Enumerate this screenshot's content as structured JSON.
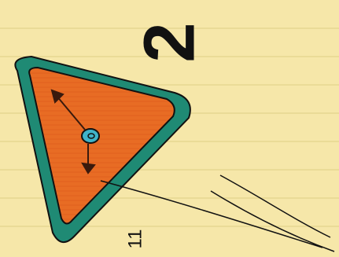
{
  "drawing": {
    "number_label": "2",
    "small_label": "11",
    "colors": {
      "paper": "#f6e7a9",
      "ruled_line": "#eadb97",
      "cell_border": "#1f8a74",
      "cytoplasm": "#e86c24",
      "nucleus": "#3fb3c9",
      "arrows": "#3a1a0d",
      "ink": "#111111"
    },
    "icons": [
      "cell-illustration",
      "nucleus-icon",
      "arrow-up-left-icon",
      "arrow-down-icon",
      "pointer-lines"
    ]
  }
}
